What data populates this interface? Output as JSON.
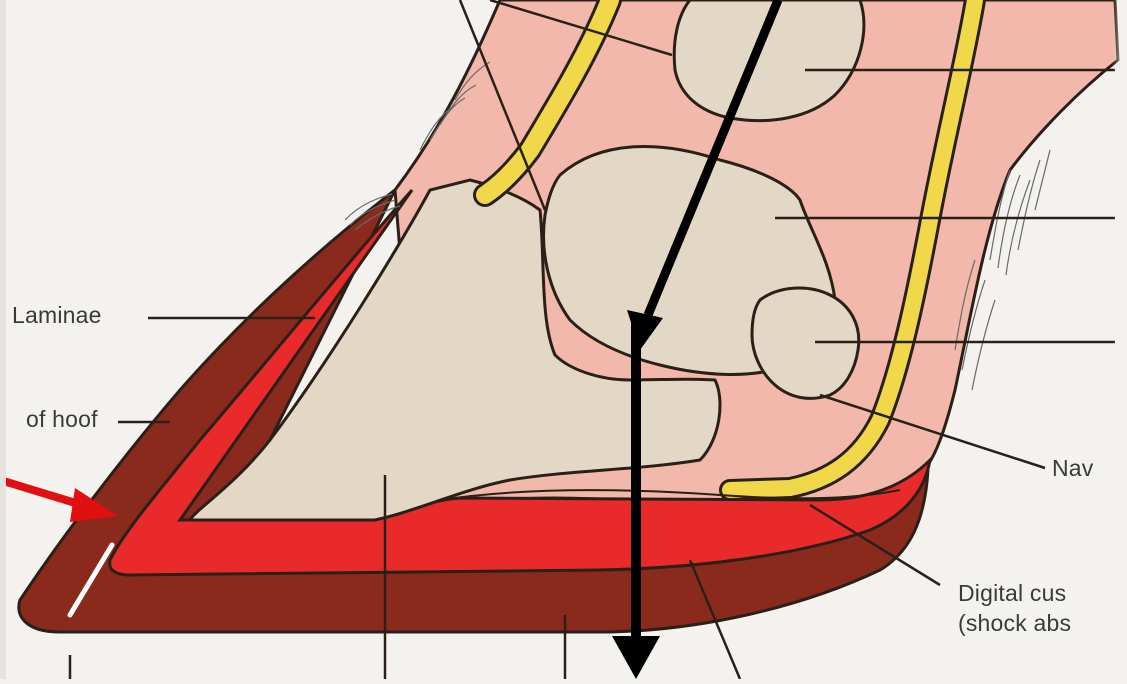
{
  "labels": {
    "laminae": "Laminae",
    "wall_of_hoof": "of hoof",
    "navicular": "Nav",
    "digital_cushion_line1": "Digital cus",
    "digital_cushion_line2": "(shock abs"
  },
  "colors": {
    "background": "#f4f2ee",
    "hoof_wall": "#8a2a1c",
    "sensitive_laminae": "#e82a2a",
    "soft_tissue": "#f2b8ac",
    "bone": "#e3d8c5",
    "tendon": "#f0d84a",
    "outline": "#2a2018",
    "weight_arrow": "#000000",
    "pointer_arrow": "#e01010"
  },
  "annotations": {
    "weight_force_arrow": "black-downward-arrow",
    "highlight_arrow": "red-pointer-arrow"
  }
}
